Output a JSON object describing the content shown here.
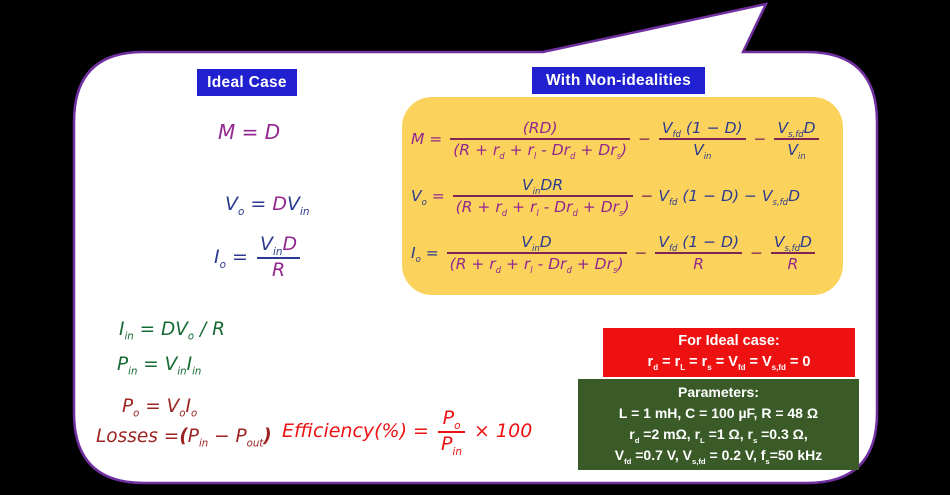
{
  "colors": {
    "navy": "#2B3A8F",
    "purple": "#92278F",
    "maroon": "#7E2553",
    "green": "#156B33",
    "darkred": "#9B2423",
    "red": "#EE1111",
    "white": "#FFFFFF",
    "header_blue": "#2020D0",
    "yellow_panel": "#FBD35C",
    "red_box_bg": "#EE1111",
    "green_box_bg": "#3A5B28"
  },
  "bubble": {
    "fill": "#FFFFFF",
    "border": "#7030A0"
  },
  "headers": {
    "ideal": "Ideal Case",
    "nonideal": "With Non-idealities"
  },
  "equations": {
    "m_ideal": [
      {
        "t": "M = D",
        "c": "purple"
      }
    ],
    "vo_ideal": [
      {
        "t": "V_{o}",
        "c": "navy"
      },
      {
        "t": " = ",
        "c": "navy"
      },
      {
        "t": "D",
        "c": "purple"
      },
      {
        "t": "V_{in}",
        "c": "navy"
      }
    ],
    "io_ideal": [
      {
        "t": "I_{o}",
        "c": "navy"
      },
      {
        "t": " = ",
        "c": "navy"
      },
      {
        "f": {
          "n": [
            {
              "t": "V_{in}",
              "c": "navy"
            },
            {
              "t": "D",
              "c": "purple"
            }
          ],
          "d": [
            {
              "t": "R",
              "c": "purple"
            }
          ]
        },
        "barc": "navy"
      }
    ],
    "m_noni": [
      {
        "t": "M = ",
        "c": "purple"
      },
      {
        "f": {
          "n": [
            {
              "t": "(RD)",
              "c": "purple"
            }
          ],
          "d": [
            {
              "t": "(R + r_{d} + r_{l} - Dr_{d} + Dr_{s})",
              "c": "purple"
            }
          ]
        },
        "barc": "maroon"
      },
      {
        "t": " − ",
        "c": "maroon"
      },
      {
        "f": {
          "n": [
            {
              "t": "V_{fd}",
              "c": "navy"
            },
            {
              "t": " (1 − D)",
              "c": "navy"
            }
          ],
          "d": [
            {
              "t": "V_{in}",
              "c": "navy"
            }
          ]
        },
        "barc": "maroon"
      },
      {
        "t": " − ",
        "c": "maroon"
      },
      {
        "f": {
          "n": [
            {
              "t": "V_{s,fd}",
              "c": "navy"
            },
            {
              "t": "D",
              "c": "navy"
            }
          ],
          "d": [
            {
              "t": "V_{in}",
              "c": "navy"
            }
          ]
        },
        "barc": "maroon"
      }
    ],
    "vo_noni": [
      {
        "t": "V_{o}",
        "c": "navy"
      },
      {
        "t": " = ",
        "c": "purple"
      },
      {
        "f": {
          "n": [
            {
              "t": "V_{in}",
              "c": "navy"
            },
            {
              "t": "DR",
              "c": "navy"
            }
          ],
          "d": [
            {
              "t": "(R + r_{d} + r_{l} - Dr_{d} + Dr_{s})",
              "c": "purple"
            }
          ]
        },
        "barc": "maroon"
      },
      {
        "t": " − ",
        "c": "maroon"
      },
      {
        "t": "V_{fd}",
        "c": "navy"
      },
      {
        "t": " (1 − D) − ",
        "c": "navy"
      },
      {
        "t": "V_{s,fd}",
        "c": "navy"
      },
      {
        "t": "D",
        "c": "navy"
      }
    ],
    "io_noni": [
      {
        "t": "I_{o}",
        "c": "navy"
      },
      {
        "t": " = ",
        "c": "navy"
      },
      {
        "f": {
          "n": [
            {
              "t": "V_{in}",
              "c": "navy"
            },
            {
              "t": "D",
              "c": "navy"
            }
          ],
          "d": [
            {
              "t": "(R + r_{d} + r_{l} - Dr_{d} + Dr_{s})",
              "c": "purple"
            }
          ]
        },
        "barc": "maroon"
      },
      {
        "t": " − ",
        "c": "maroon"
      },
      {
        "f": {
          "n": [
            {
              "t": "V_{fd}",
              "c": "navy"
            },
            {
              "t": " (1 − D)",
              "c": "navy"
            }
          ],
          "d": [
            {
              "t": "R",
              "c": "purple"
            }
          ]
        },
        "barc": "maroon"
      },
      {
        "t": " − ",
        "c": "maroon"
      },
      {
        "f": {
          "n": [
            {
              "t": "V_{s,fd}",
              "c": "navy"
            },
            {
              "t": "D",
              "c": "navy"
            }
          ],
          "d": [
            {
              "t": "R",
              "c": "purple"
            }
          ]
        },
        "barc": "maroon"
      }
    ],
    "iin": [
      {
        "t": "I_{in} = DV_{o} / R",
        "c": "green"
      }
    ],
    "pin": [
      {
        "t": "P_{in} = V_{in}I_{in}",
        "c": "green"
      }
    ],
    "po": [
      {
        "t": "P_{o} = V_{o}I_{o}",
        "c": "darkred"
      }
    ],
    "losses": [
      {
        "t": "Losses =",
        "c": "darkred"
      },
      {
        "t": "(",
        "c": "darkred",
        "b": true
      },
      {
        "t": "P_{in} − P_{out}",
        "c": "darkred"
      },
      {
        "t": ")",
        "c": "darkred",
        "b": true
      }
    ],
    "eff": [
      {
        "t": "Efficiency(%) = ",
        "c": "red"
      },
      {
        "f": {
          "n": [
            {
              "t": "P_{o}",
              "c": "red"
            }
          ],
          "d": [
            {
              "t": "P_{in}",
              "c": "red"
            }
          ]
        },
        "barc": "red"
      },
      {
        "t": " × 100",
        "c": "red"
      }
    ]
  },
  "ideal_case_box": {
    "title": "For Ideal case:",
    "line": [
      {
        "t": "r_{d} = r_{L} = r_{s} = V_{fd} = V_{s,fd} = 0",
        "c": "white"
      }
    ]
  },
  "parameters_box": {
    "title": "Parameters:",
    "lines": [
      [
        {
          "t": "L = 1 mH, C = 100 µF, R = 48 Ω",
          "c": "white"
        }
      ],
      [
        {
          "t": "r_{d} =2 mΩ, r_{L} =1 Ω, r_{s} =0.3 Ω,",
          "c": "white"
        }
      ],
      [
        {
          "t": "V_{fd} =0.7 V, V_{s,fd} = 0.2 V, f_{s}=50 kHz",
          "c": "white"
        }
      ]
    ]
  }
}
